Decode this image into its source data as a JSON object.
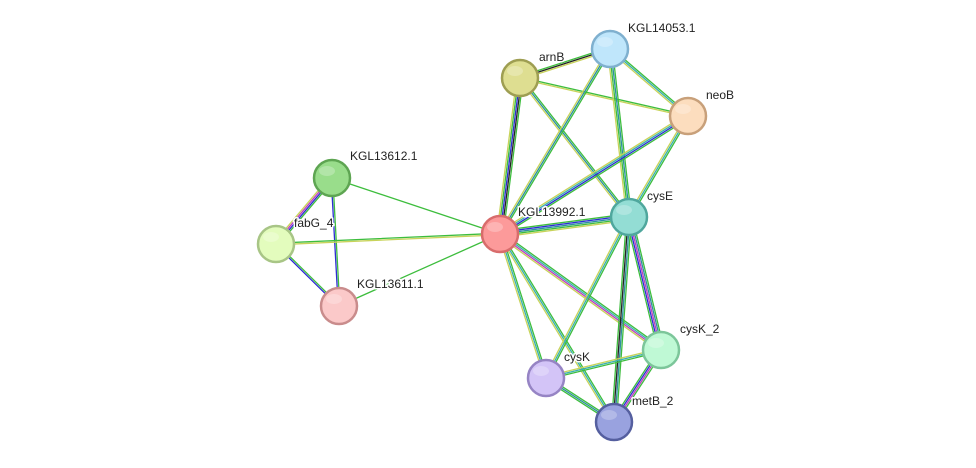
{
  "nodes": [
    {
      "id": "KGL13992.1",
      "label": "KGL13992.1",
      "fill": "#fc9a9a",
      "stroke": "#d86c6c"
    },
    {
      "id": "KGL14053.1",
      "label": "KGL14053.1",
      "fill": "#bfe6fb",
      "stroke": "#7fb0cf"
    },
    {
      "id": "arnB",
      "label": "arnB",
      "fill": "#dede91",
      "stroke": "#9e9e52"
    },
    {
      "id": "neoB",
      "label": "neoB",
      "fill": "#fcddbe",
      "stroke": "#c8a07a"
    },
    {
      "id": "cysE",
      "label": "cysE",
      "fill": "#93ddd4",
      "stroke": "#4fa79d"
    },
    {
      "id": "KGL13612.1",
      "label": "KGL13612.1",
      "fill": "#99dd8b",
      "stroke": "#5ea552"
    },
    {
      "id": "fabG_4",
      "label": "fabG_4",
      "fill": "#e3fcbd",
      "stroke": "#a8c586"
    },
    {
      "id": "KGL13611.1",
      "label": "KGL13611.1",
      "fill": "#fbc9c9",
      "stroke": "#c98c8c"
    },
    {
      "id": "cysK_2",
      "label": "cysK_2",
      "fill": "#bff9d5",
      "stroke": "#7cc69a"
    },
    {
      "id": "cysK",
      "label": "cysK",
      "fill": "#d3c4f7",
      "stroke": "#9684c4"
    },
    {
      "id": "metB_2",
      "label": "metB_2",
      "fill": "#99a2df",
      "stroke": "#555f9f"
    }
  ],
  "edges": [
    {
      "source": "arnB",
      "target": "KGL14053.1",
      "colors": [
        "#3dbd3d",
        "#222222",
        "#c8d35a"
      ]
    },
    {
      "source": "arnB",
      "target": "neoB",
      "colors": [
        "#3dbd3d",
        "#c8d35a"
      ]
    },
    {
      "source": "arnB",
      "target": "KGL13992.1",
      "colors": [
        "#3dbd3d",
        "#222222",
        "#2c2cd4",
        "#3dbd3d",
        "#c8d35a"
      ]
    },
    {
      "source": "arnB",
      "target": "cysE",
      "colors": [
        "#3dbd3d",
        "#2d8fa0",
        "#c8d35a"
      ]
    },
    {
      "source": "KGL14053.1",
      "target": "neoB",
      "colors": [
        "#3dbd3d",
        "#3ab0b0",
        "#c8d35a"
      ]
    },
    {
      "source": "KGL14053.1",
      "target": "KGL13992.1",
      "colors": [
        "#3dbd3d",
        "#2d8fa0",
        "#c8d35a"
      ]
    },
    {
      "source": "KGL14053.1",
      "target": "cysE",
      "colors": [
        "#3dbd3d",
        "#2d8fa0",
        "#3dbd3d",
        "#c8d35a"
      ]
    },
    {
      "source": "neoB",
      "target": "KGL13992.1",
      "colors": [
        "#3dbd3d",
        "#2c2cd4",
        "#3ab0b0",
        "#c8d35a"
      ]
    },
    {
      "source": "neoB",
      "target": "cysE",
      "colors": [
        "#3dbd3d",
        "#3ab0b0",
        "#c8d35a"
      ]
    },
    {
      "source": "KGL13992.1",
      "target": "cysE",
      "colors": [
        "#3dbd3d",
        "#2c2cd4",
        "#2d8fa0",
        "#3dbd3d",
        "#c8d35a"
      ]
    },
    {
      "source": "KGL13992.1",
      "target": "cysK_2",
      "colors": [
        "#3dbd3d",
        "#3ab0b0",
        "#c03cc0",
        "#c8d35a"
      ]
    },
    {
      "source": "KGL13992.1",
      "target": "cysK",
      "colors": [
        "#3dbd3d",
        "#3ab0b0",
        "#c8d35a"
      ]
    },
    {
      "source": "KGL13992.1",
      "target": "metB_2",
      "colors": [
        "#3dbd3d",
        "#3ab0b0",
        "#c8d35a"
      ]
    },
    {
      "source": "cysE",
      "target": "cysK_2",
      "colors": [
        "#3dbd3d",
        "#2d8fa0",
        "#c03cc0",
        "#2c2cd4",
        "#3dbd3d"
      ]
    },
    {
      "source": "cysE",
      "target": "cysK",
      "colors": [
        "#3dbd3d",
        "#3ab0b0",
        "#c8d35a"
      ]
    },
    {
      "source": "cysE",
      "target": "metB_2",
      "colors": [
        "#3dbd3d",
        "#2d8fa0",
        "#222222",
        "#3dbd3d"
      ]
    },
    {
      "source": "cysK_2",
      "target": "cysK",
      "colors": [
        "#3dbd3d",
        "#3ab0b0",
        "#c8d35a"
      ]
    },
    {
      "source": "cysK_2",
      "target": "metB_2",
      "colors": [
        "#3dbd3d",
        "#c03cc0",
        "#2c2cd4",
        "#3dbd3d"
      ]
    },
    {
      "source": "cysK",
      "target": "metB_2",
      "colors": [
        "#3dbd3d",
        "#2d8fa0",
        "#3dbd3d"
      ]
    },
    {
      "source": "KGL13612.1",
      "target": "fabG_4",
      "colors": [
        "#3dbd3d",
        "#2c2cd4",
        "#c03cc0",
        "#c8d35a"
      ]
    },
    {
      "source": "KGL13612.1",
      "target": "KGL13611.1",
      "colors": [
        "#3dbd3d",
        "#2c2cd4"
      ]
    },
    {
      "source": "fabG_4",
      "target": "KGL13611.1",
      "colors": [
        "#3dbd3d",
        "#2c2cd4"
      ]
    },
    {
      "source": "KGL13612.1",
      "target": "KGL13992.1",
      "colors": [
        "#3dbd3d"
      ]
    },
    {
      "source": "fabG_4",
      "target": "KGL13992.1",
      "colors": [
        "#3dbd3d",
        "#c8d35a"
      ]
    },
    {
      "source": "KGL13611.1",
      "target": "KGL13992.1",
      "colors": [
        "#3dbd3d"
      ]
    }
  ]
}
